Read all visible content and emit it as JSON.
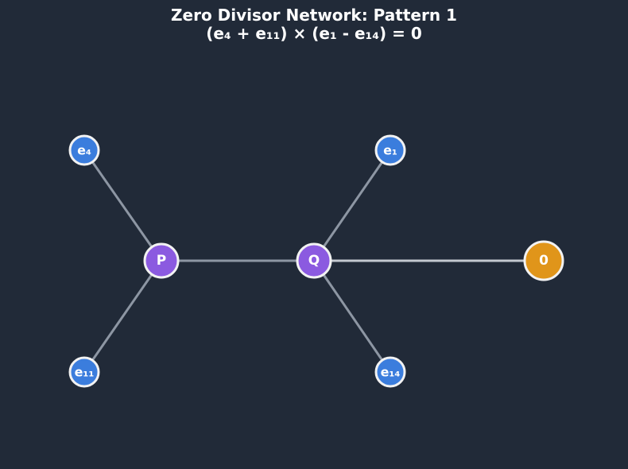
{
  "title": {
    "line1": "Zero Divisor Network: Pattern 1",
    "line2": "(e₄ + e₁₁) × (e₁ - e₁₄) = 0"
  },
  "colors": {
    "background": "#212a38",
    "basis": "#3b7ddd",
    "product": "#8b5ae0",
    "zero": "#e0951a",
    "edge": "#8d96a3",
    "node_border": "#f2f2f2"
  },
  "nodes": [
    {
      "id": "e4",
      "label": "e₄",
      "role": "basis"
    },
    {
      "id": "e11",
      "label": "e₁₁",
      "role": "basis"
    },
    {
      "id": "P",
      "label": "P",
      "role": "product"
    },
    {
      "id": "Q",
      "label": "Q",
      "role": "product"
    },
    {
      "id": "e1",
      "label": "e₁",
      "role": "basis"
    },
    {
      "id": "e14",
      "label": "e₁₄",
      "role": "basis"
    },
    {
      "id": "zero",
      "label": "0",
      "role": "zero"
    }
  ],
  "edges": [
    {
      "from": "e4",
      "to": "P"
    },
    {
      "from": "e11",
      "to": "P"
    },
    {
      "from": "P",
      "to": "Q"
    },
    {
      "from": "e1",
      "to": "Q"
    },
    {
      "from": "e14",
      "to": "Q"
    },
    {
      "from": "Q",
      "to": "zero",
      "role": "result"
    }
  ]
}
